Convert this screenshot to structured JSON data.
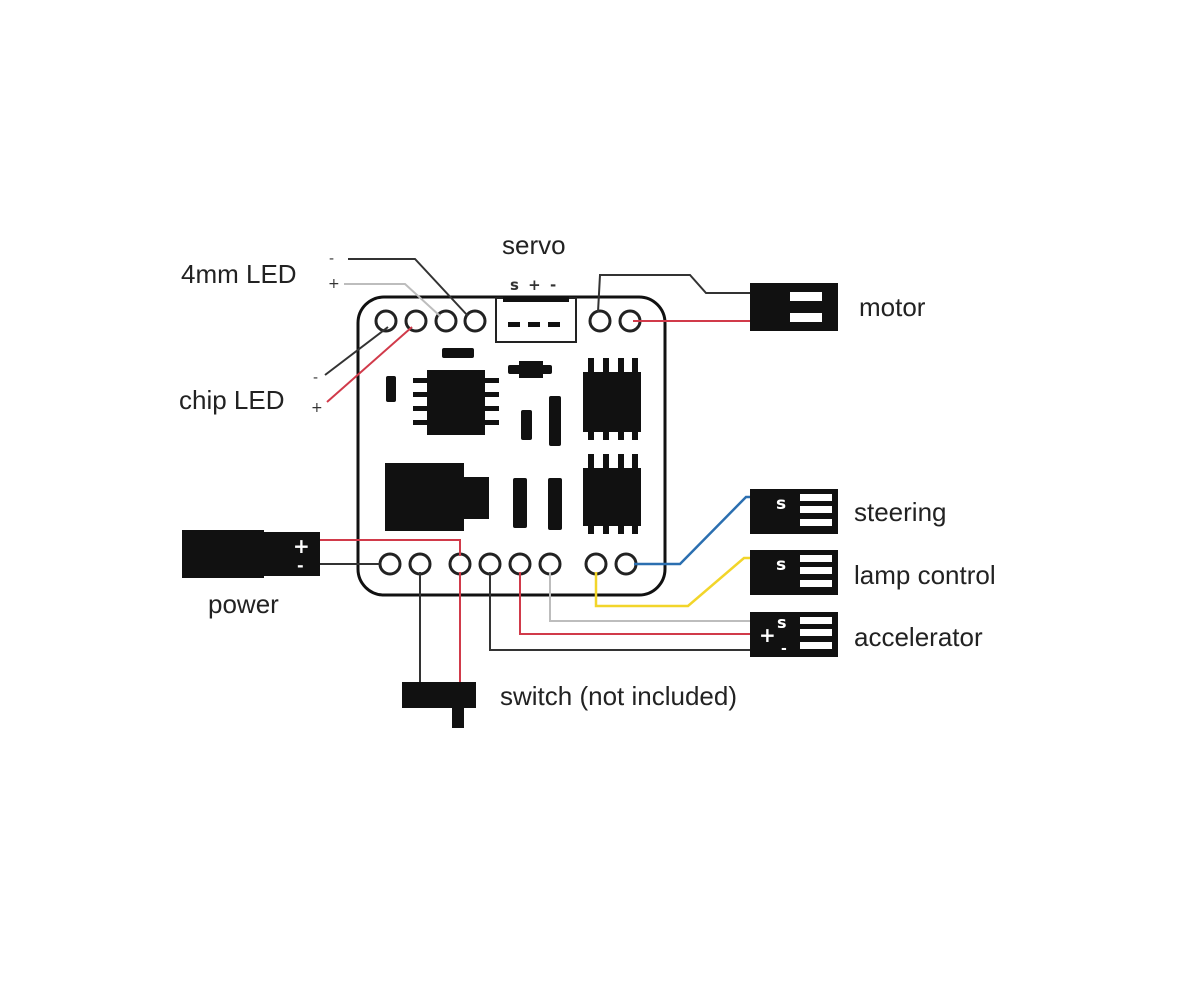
{
  "labels": {
    "servo": "servo",
    "servo_pins": "s + -",
    "led_4mm": "4mm LED",
    "chip_led": "chip LED",
    "motor": "motor",
    "steering": "steering",
    "lamp_control": "lamp control",
    "accelerator": "accelerator",
    "power": "power",
    "switch": "switch (not included)"
  },
  "marks": {
    "plus": "+",
    "minus": "-",
    "signal": "s",
    "dot": "·"
  },
  "colors": {
    "black_wire": "#333333",
    "red_wire": "#d13a4a",
    "gray_wire": "#bdbdbd",
    "blue_wire": "#2b6fb0",
    "yellow_wire": "#f2d52a",
    "board": "#111111"
  }
}
